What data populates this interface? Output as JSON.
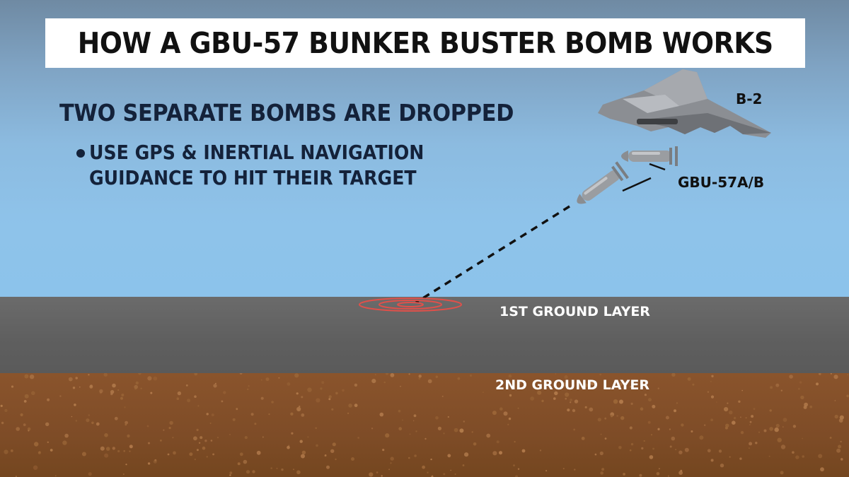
{
  "title": "HOW A GBU-57 BUNKER BUSTER BOMB WORKS",
  "heading": "TWO SEPARATE BOMBS ARE DROPPED",
  "bullet": {
    "line1": "USE GPS & INERTIAL NAVIGATION",
    "line2": "GUIDANCE TO HIT THEIR TARGET"
  },
  "labels": {
    "aircraft": "B-2",
    "bombs": "GBU-57A/B",
    "layer1": "1ST GROUND LAYER",
    "layer2": "2ND GROUND LAYER"
  },
  "colors": {
    "title_bg": "#ffffff",
    "heading_text": "#14223a",
    "target_rings": "#e0504a",
    "ground_layer_1": "#606060",
    "ground_layer_2": "#7e4c27"
  }
}
